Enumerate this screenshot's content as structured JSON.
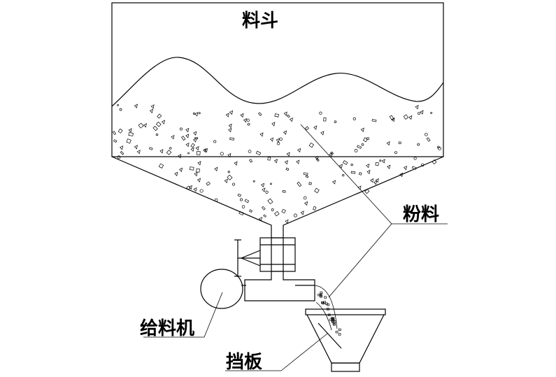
{
  "labels": {
    "hopper": "料斗",
    "powder": "粉料",
    "feeder": "给料机",
    "baffle": "挡板"
  }
}
